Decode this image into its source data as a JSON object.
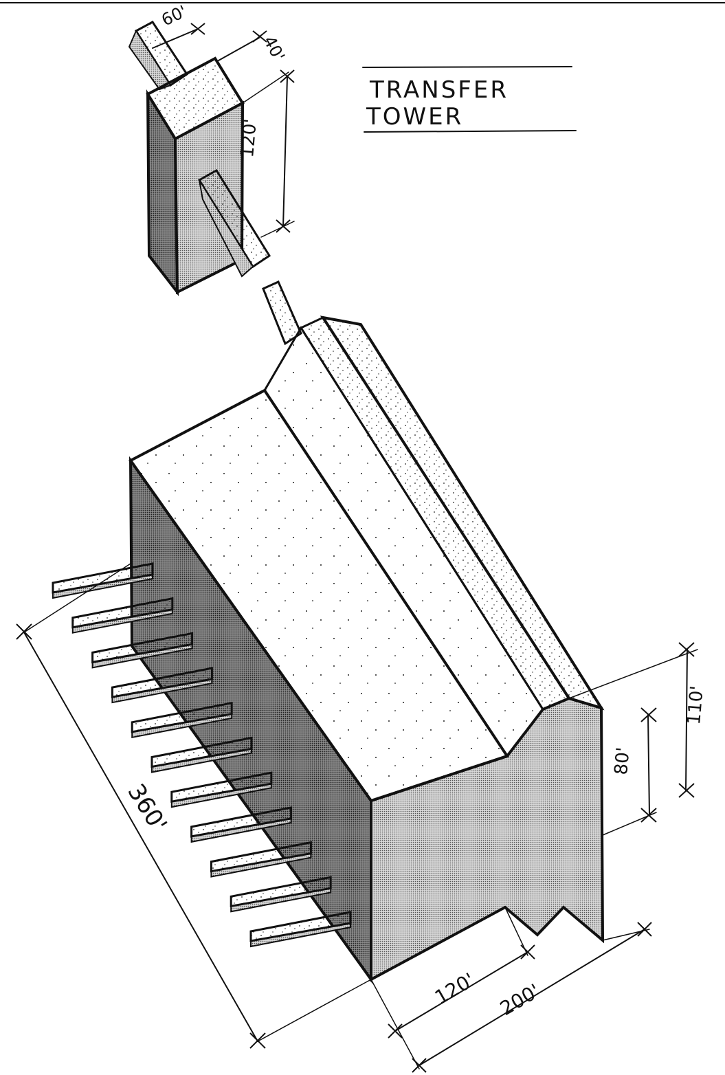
{
  "title": {
    "line1": "TRANSFER",
    "line2": "TOWER"
  },
  "dimensions": {
    "tower_width": "60'",
    "tower_depth": "40'",
    "tower_height": "120'",
    "building_length": "360'",
    "building_height_total": "110'",
    "building_height_side": "80'",
    "building_width_inner": "120'",
    "building_width_total": "200'"
  },
  "colors": {
    "ink": "#111111",
    "shade": "#9a9a9a",
    "dark_shade": "#6e6e6e",
    "paper": "#ffffff"
  }
}
